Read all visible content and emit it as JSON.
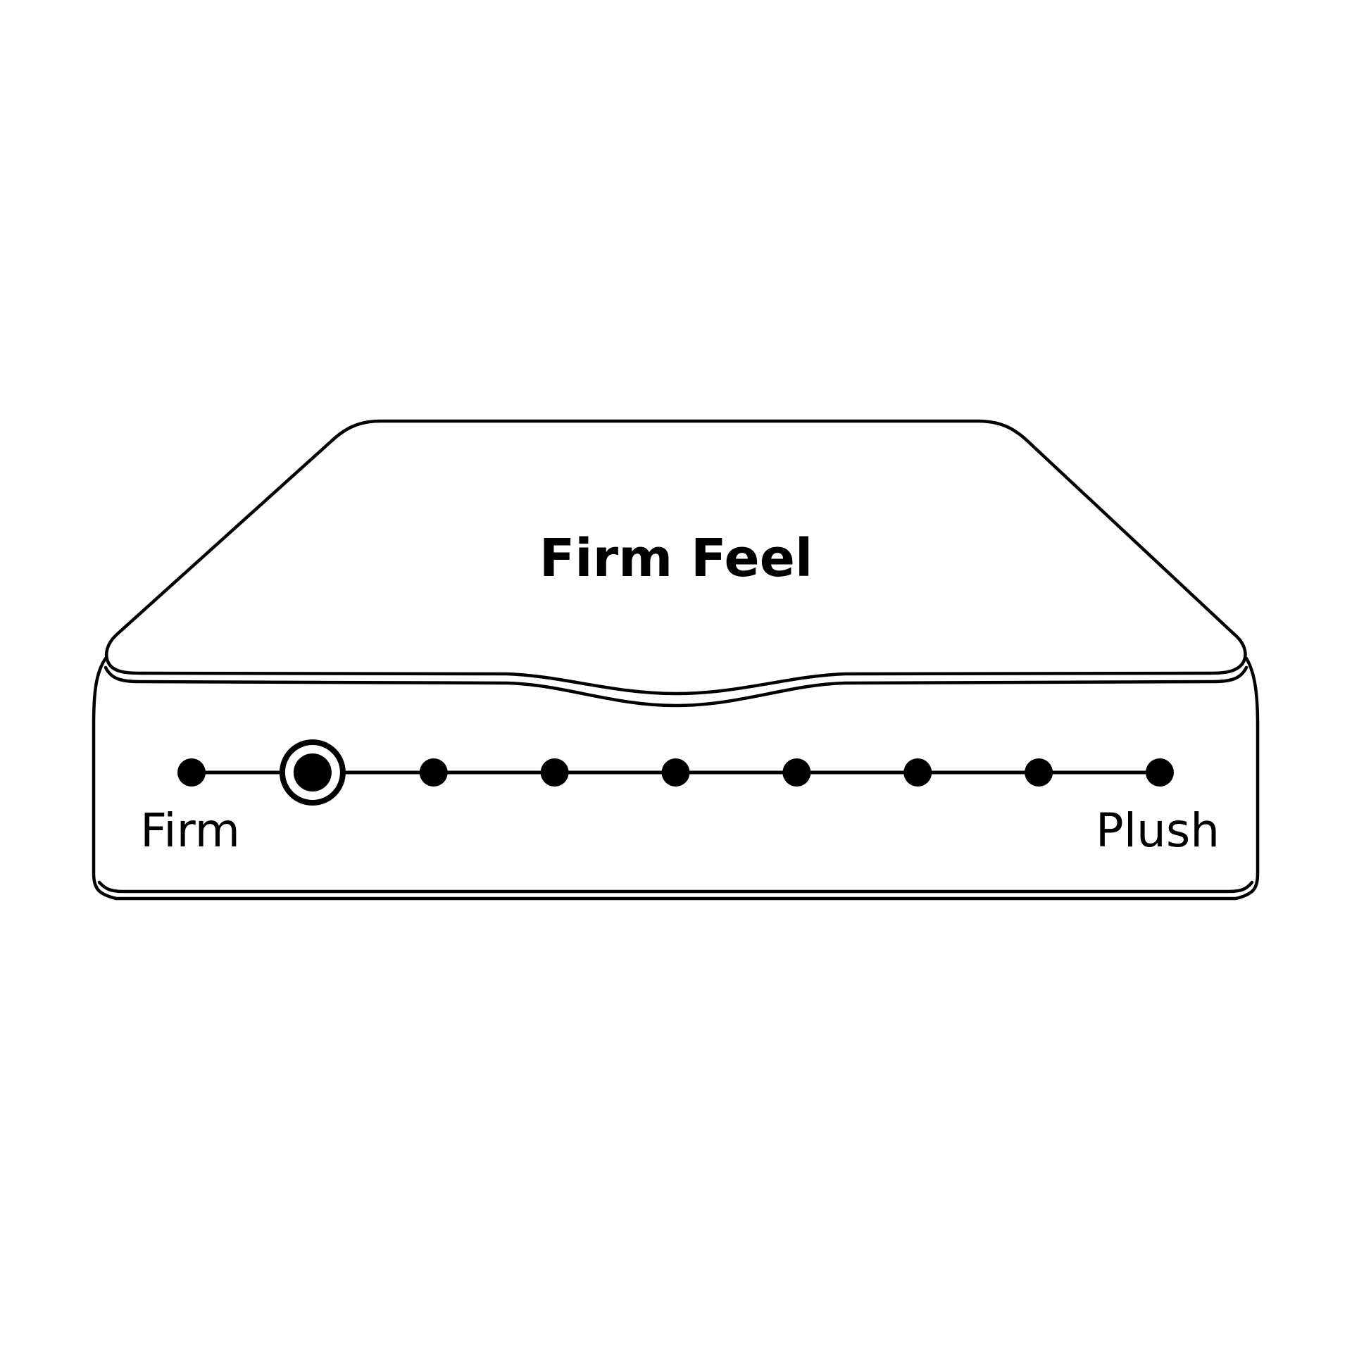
{
  "title": "Firm Feel",
  "scale": {
    "left_label": "Firm",
    "right_label": "Plush",
    "levels": 9,
    "selected_level": 2
  },
  "colors": {
    "stroke": "#000000",
    "background": "#ffffff"
  }
}
